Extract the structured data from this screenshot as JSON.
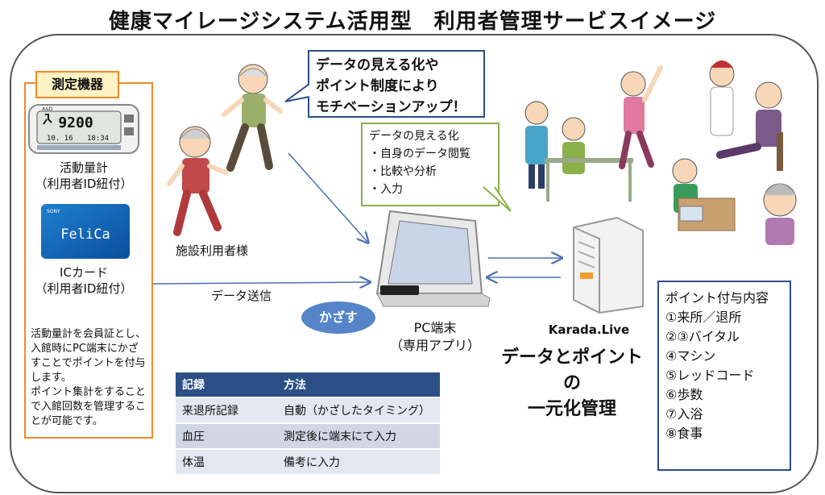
{
  "title": "健康マイレージシステム活用型　利用者管理サービスイメージ",
  "devices": {
    "tag": "測定機器",
    "pedometer_display": {
      "steps": "9200",
      "date": "10. 16",
      "time": "18:34",
      "brand": "A&D"
    },
    "pedometer_label": [
      "活動量計",
      "（利用者ID紐付）"
    ],
    "card_brand": "SONY",
    "card_text": "FeliCa",
    "card_label": [
      "ICカード",
      "（利用者ID紐付）"
    ],
    "note": "活動量計を会員証とし、入館時にPC端末にかざすことでポイントを付与します。\nポイント集計をすることで入館回数を管理することが可能です。"
  },
  "facility_users_label": "施設利用者様",
  "data_send_label": "データ送信",
  "kazasu_label": "かざす",
  "motivation_bubble": [
    "データの見える化や",
    "ポイント制度により",
    "モチベーションアップ！"
  ],
  "visualization_box": {
    "title": "データの見える化",
    "items": [
      "・自身のデータ閲覧",
      "・比較や分析",
      "・入力"
    ]
  },
  "pc_label": [
    "PC端末",
    "（専用アプリ）"
  ],
  "server_label": "Karada.Live",
  "management_title": [
    "データとポイントの",
    "一元化管理"
  ],
  "points": {
    "title": "ポイント付与内容",
    "items": [
      "①来所／退所",
      "②③バイタル",
      "④マシン",
      "⑤レッドコード",
      "⑥歩数",
      "⑦入浴",
      "⑧食事"
    ]
  },
  "table": {
    "headers": [
      "記録",
      "方法"
    ],
    "rows": [
      [
        "来退所記録",
        "自動（かざしたタイミング）"
      ],
      [
        "血圧",
        "測定後に端末にて入力"
      ],
      [
        "体温",
        "備考に入力"
      ]
    ]
  },
  "colors": {
    "orange": "#f08a2a",
    "navy": "#2b4f86",
    "green": "#8ab04a",
    "kazasu": "#5585c8"
  }
}
